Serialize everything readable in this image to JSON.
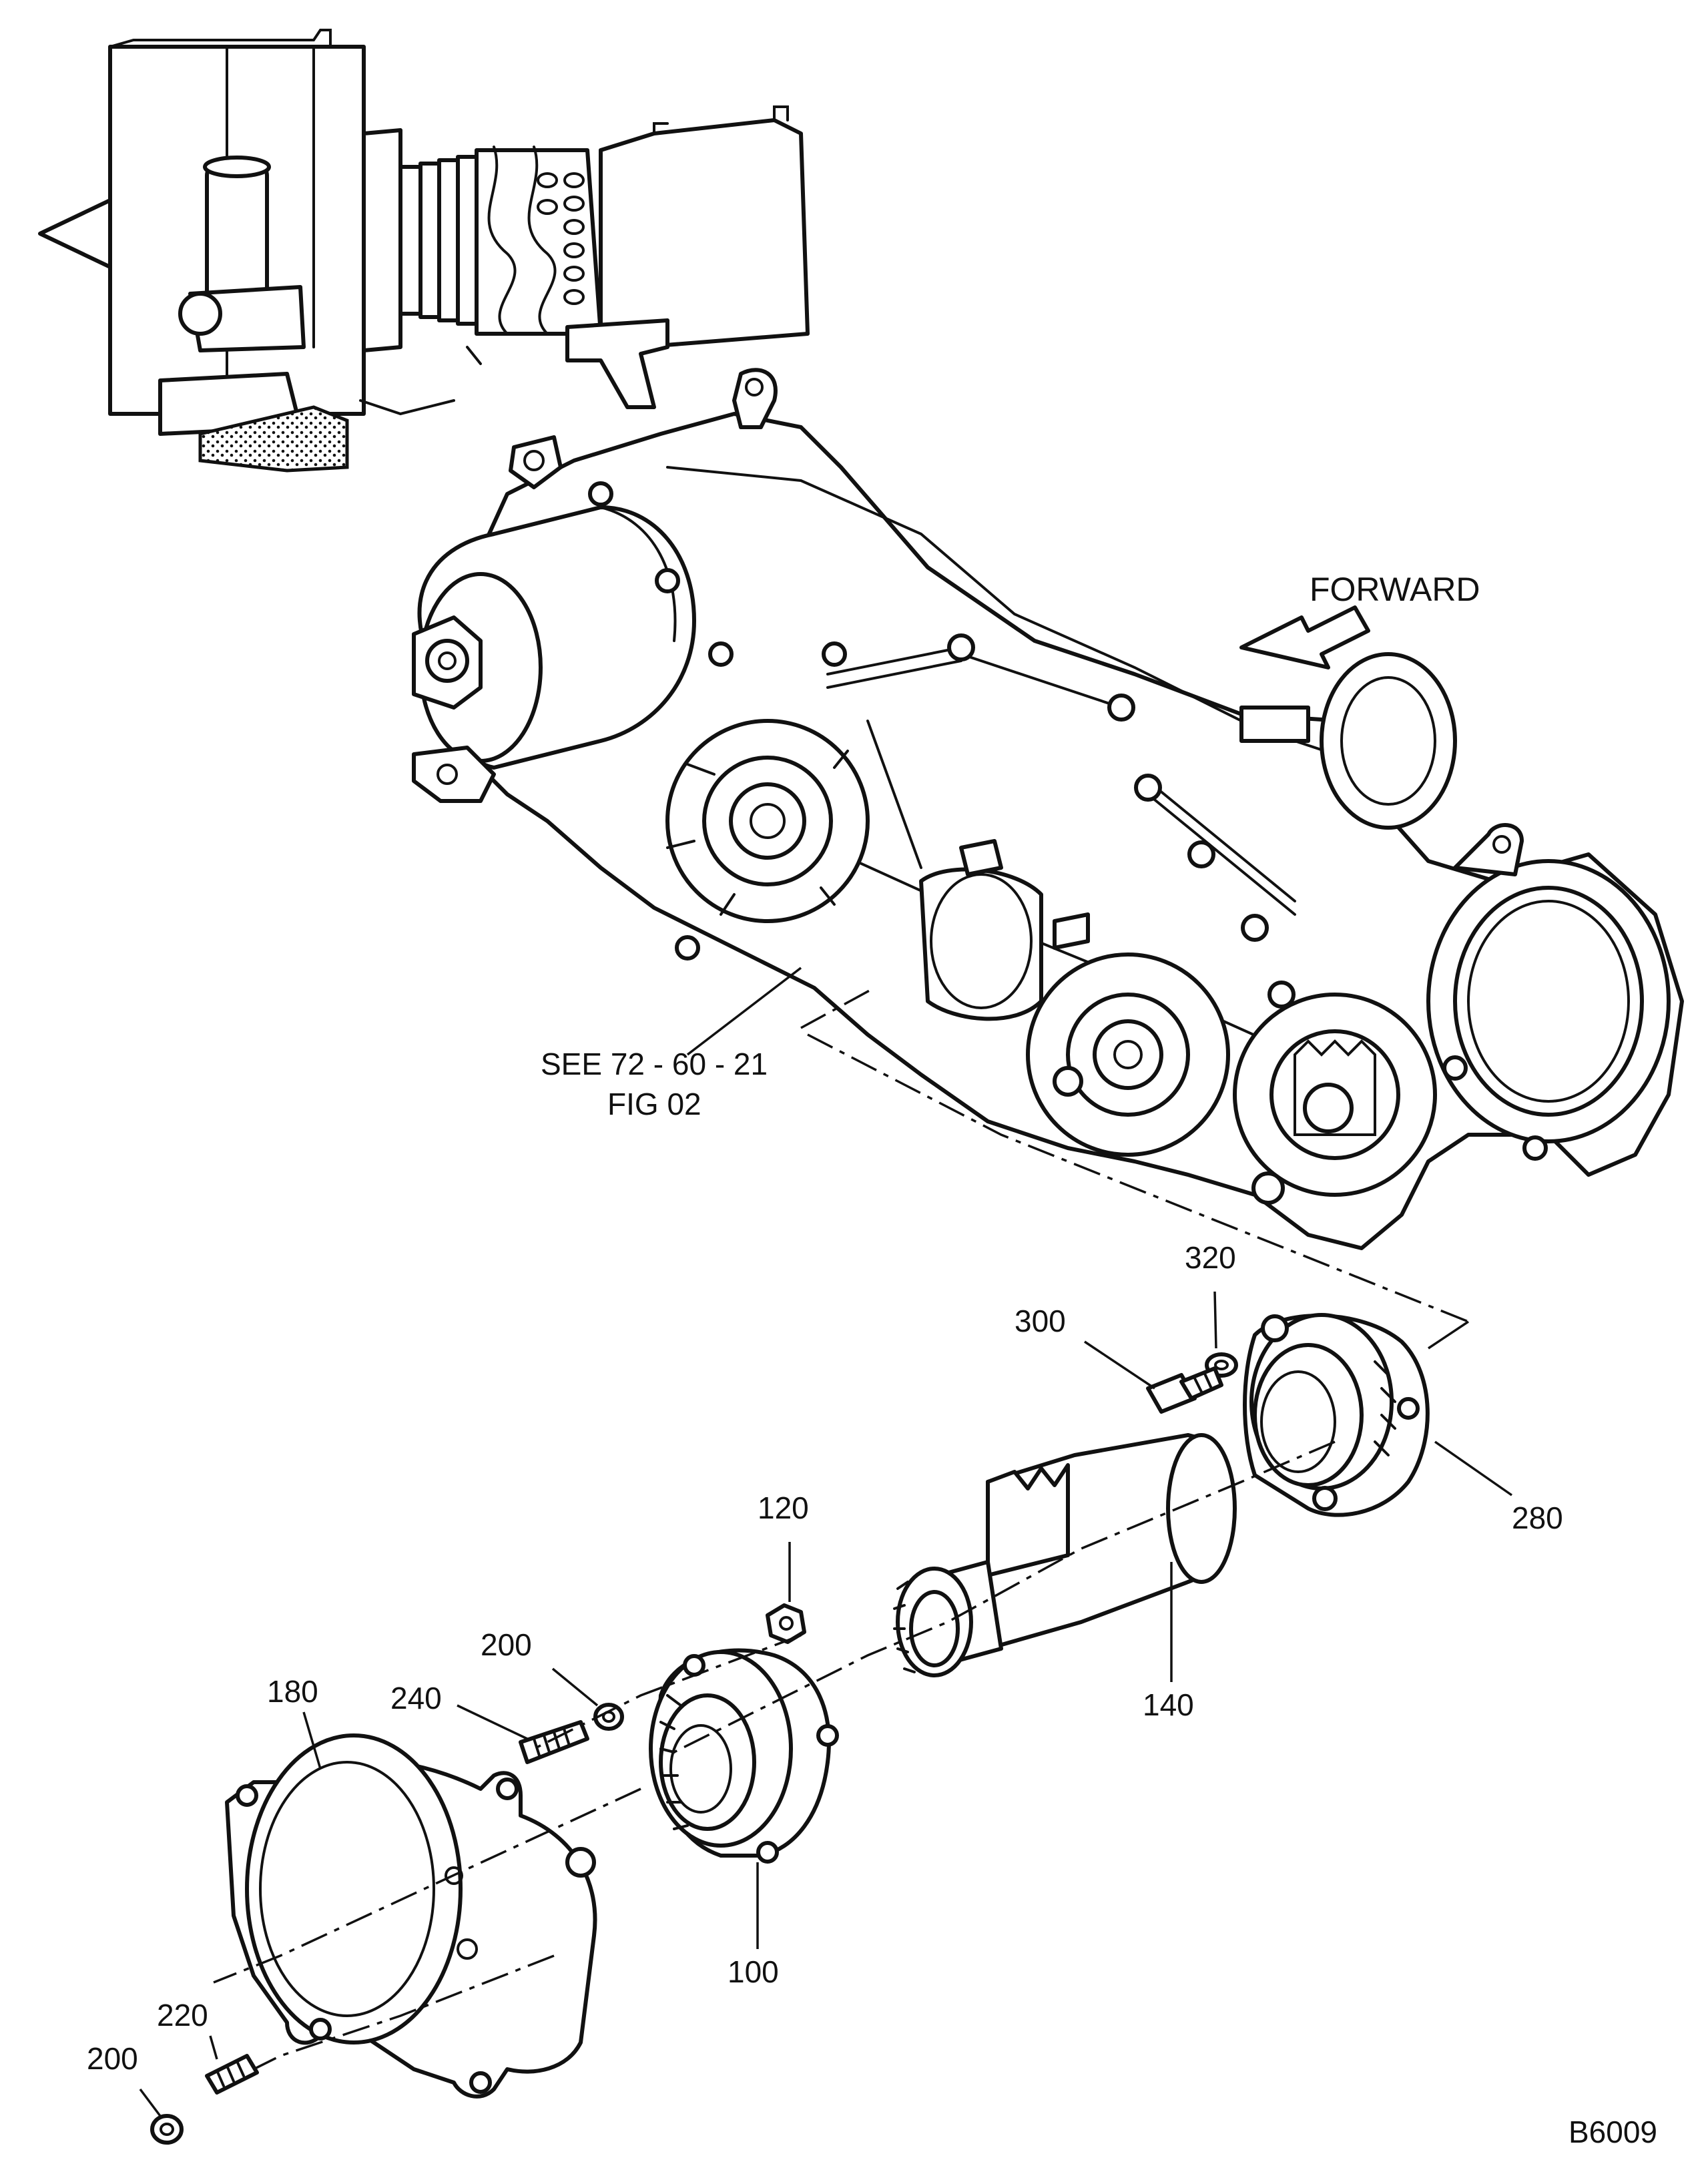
{
  "figure": {
    "drawing_number": "B6009",
    "direction_label": "FORWARD",
    "reference_note": {
      "line1": "SEE 72 - 60 - 21",
      "line2": "FIG 02"
    }
  },
  "callouts": [
    {
      "id": "c320",
      "text": "320"
    },
    {
      "id": "c300",
      "text": "300"
    },
    {
      "id": "c280",
      "text": "280"
    },
    {
      "id": "c120",
      "text": "120"
    },
    {
      "id": "c140",
      "text": "140"
    },
    {
      "id": "c200a",
      "text": "200"
    },
    {
      "id": "c240",
      "text": "240"
    },
    {
      "id": "c180",
      "text": "180"
    },
    {
      "id": "c100",
      "text": "100"
    },
    {
      "id": "c220",
      "text": "220"
    },
    {
      "id": "c200b",
      "text": "200"
    }
  ],
  "icons": {
    "forward_arrow": "arrow-left-down-icon"
  }
}
